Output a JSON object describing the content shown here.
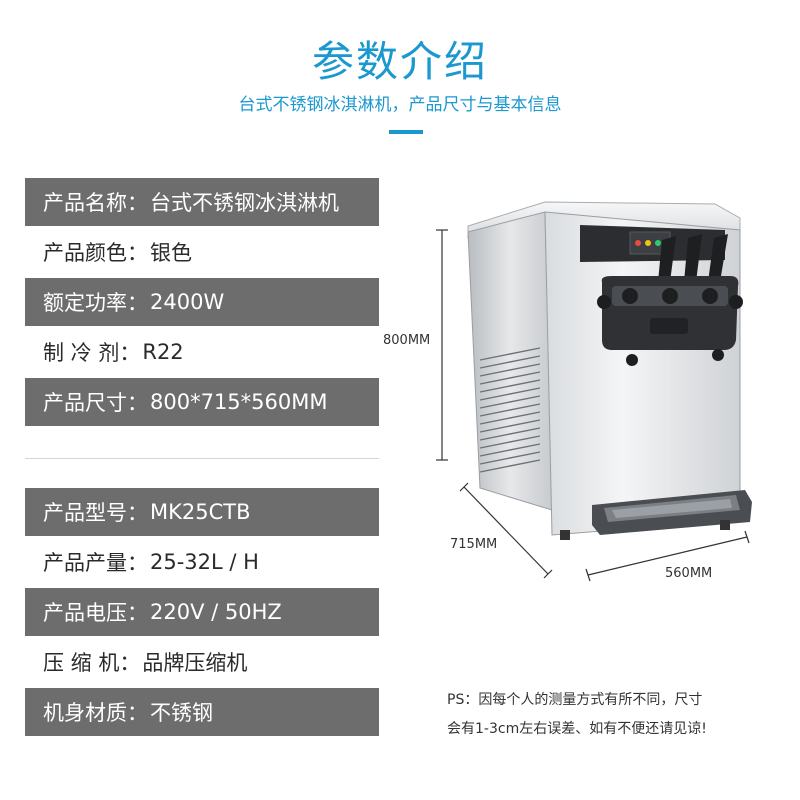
{
  "header": {
    "title": "参数介绍",
    "subtitle": "台式不锈钢冰淇淋机，产品尺寸与基本信息"
  },
  "specs": [
    {
      "label": "产品名称：",
      "value": "台式不锈钢冰淇淋机",
      "style": "dark"
    },
    {
      "label": "产品颜色：",
      "value": "银色",
      "style": "light"
    },
    {
      "label": "额定功率：",
      "value": "2400W",
      "style": "dark"
    },
    {
      "label": "制 冷 剂：",
      "value": "R22",
      "style": "light"
    },
    {
      "label": "产品尺寸：",
      "value": "800*715*560MM",
      "style": "dark"
    },
    {
      "label": "产品型号：",
      "value": "MK25CTB",
      "style": "dark"
    },
    {
      "label": "产品产量：",
      "value": "25-32L / H",
      "style": "light"
    },
    {
      "label": "产品电压：",
      "value": "220V / 50HZ",
      "style": "dark"
    },
    {
      "label": "压 缩 机：",
      "value": "品牌压缩机",
      "style": "light"
    },
    {
      "label": "机身材质：",
      "value": "不锈钢",
      "style": "dark"
    }
  ],
  "dimensions": {
    "height": "800MM",
    "depth": "715MM",
    "width": "560MM"
  },
  "note": {
    "line1": "PS：因每个人的测量方式有所不同，尺寸",
    "line2": "会有1-3cm左右误差、如有不便还请见谅!"
  },
  "colors": {
    "accent": "#1a98cf",
    "dark_row": "#6d6d6d",
    "text": "#2a2a2a"
  }
}
